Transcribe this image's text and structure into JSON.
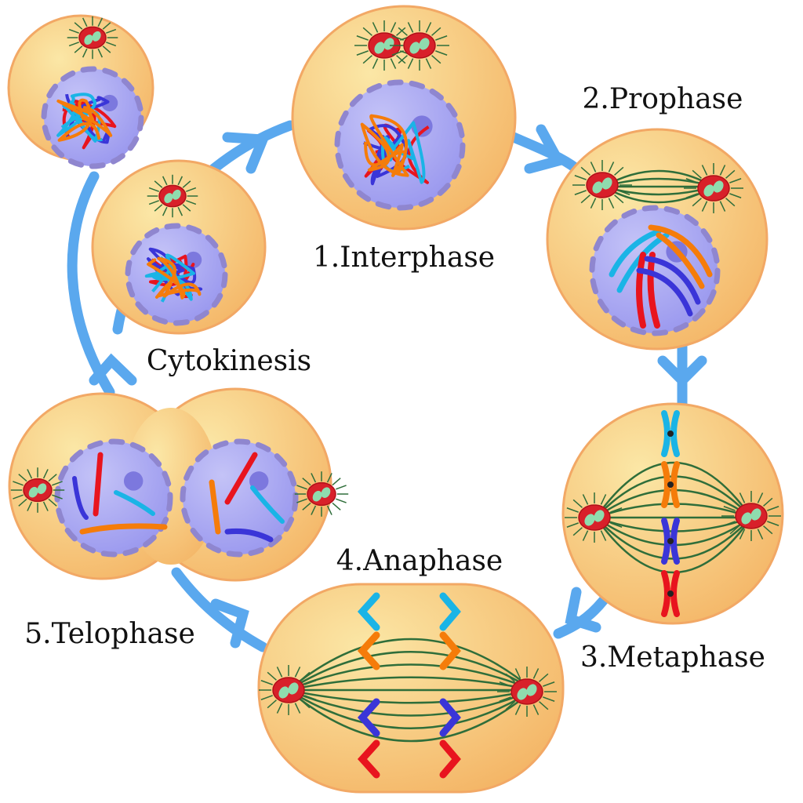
{
  "diagram": {
    "title": "Cell cycle / mitosis",
    "labels": {
      "interphase": "1.Interphase",
      "prophase": "2.Prophase",
      "metaphase": "3.Metaphase",
      "anaphase": "4.Anaphase",
      "telophase": "5.Telophase",
      "cytokinesis": "Cytokinesis"
    },
    "colors": {
      "cytoplasm": "#f9d98c",
      "cytoplasm_edge": "#f2a865",
      "nucleus": "#aeaaf2",
      "nuclear_envelope": "#8f86cf",
      "arrow": "#5aa8ee",
      "spindle": "#2f6e3a",
      "centrosome": "#d8202a",
      "centriole": "#8fdcae",
      "chromosome_red": "#e8141e",
      "chromosome_blue": "#3a35d8",
      "chromosome_cyan": "#1ab4e6",
      "chromosome_orange": "#f57c0a"
    }
  }
}
